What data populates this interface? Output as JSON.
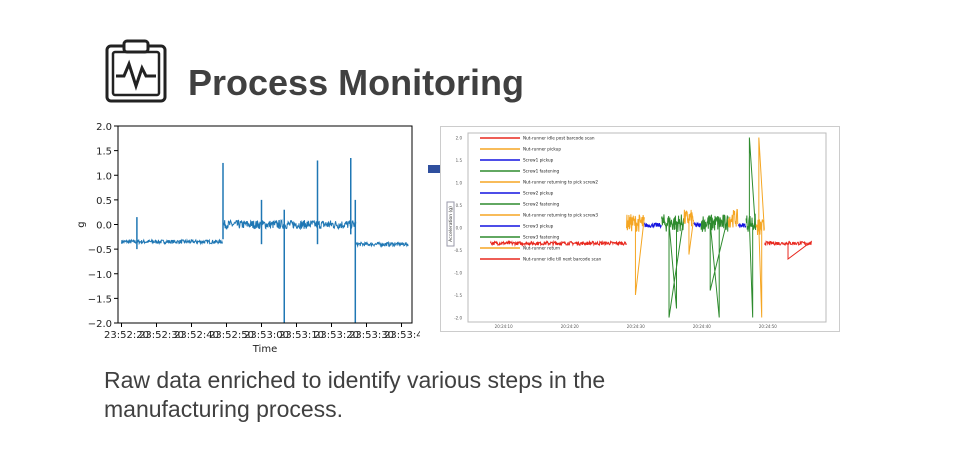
{
  "slide": {
    "title": "Process Monitoring",
    "caption": "Raw data enriched to identify various steps in the manufacturing process."
  },
  "chart_data": [
    {
      "type": "line",
      "title": "",
      "xlabel": "Time",
      "ylabel": "g",
      "ylim": [
        -2,
        2
      ],
      "xlim_seconds": [
        -1,
        83
      ],
      "yticks": [
        "2.0",
        "1.5",
        "1.0",
        "0.5",
        "0.0",
        "−0.5",
        "−1.0",
        "−1.5",
        "−2.0"
      ],
      "xticks": [
        "23:52:20",
        "23:52:30",
        "23:52:40",
        "23:52:50",
        "23:53:00",
        "23:53:10",
        "23:53:20",
        "23:53:30",
        "23:53:40"
      ],
      "color": "#1f77b4",
      "segments": [
        {
          "t": [
            0,
            29
          ],
          "level": -0.35,
          "noise": 0.04
        },
        {
          "t": [
            29,
            67
          ],
          "level": 0.0,
          "noise": 0.09
        },
        {
          "t": [
            67,
            82
          ],
          "level": -0.4,
          "noise": 0.04
        }
      ],
      "spikes": [
        {
          "t": 4.4,
          "min": -0.5,
          "max": 0.15
        },
        {
          "t": 29,
          "min": -0.3,
          "max": 1.25
        },
        {
          "t": 46.5,
          "min": -2.0,
          "max": 0.3
        },
        {
          "t": 56,
          "min": -0.4,
          "max": 1.3
        },
        {
          "t": 65.5,
          "min": -0.2,
          "max": 1.35
        },
        {
          "t": 66.8,
          "min": -2.0,
          "max": 0.5
        },
        {
          "t": 40,
          "min": -0.4,
          "max": 0.5
        }
      ]
    },
    {
      "type": "line",
      "title": "",
      "xlabel": "",
      "ylabel": "Acceleration (g)",
      "ylim": [
        -2.1,
        2.1
      ],
      "xlim_seconds": [
        4.6,
        58.8
      ],
      "yticks": [
        "2.0",
        "1.5",
        "1.0",
        "0.5",
        "0.0",
        "-0.5",
        "-1.0",
        "-1.5",
        "-2.0"
      ],
      "xticks": [
        "20:24:10",
        "20:24:20",
        "20:24:30",
        "20:24:40",
        "20:24:50"
      ],
      "legend_position": "top-left",
      "series": [
        {
          "name": "Nut-runner idle post barcode scan",
          "color": "#e8281e",
          "t": [
            8,
            28.6
          ],
          "level": -0.35,
          "noise": 0.04,
          "spikes": []
        },
        {
          "name": "Nut-runner pickup",
          "color": "#f5a623",
          "t": [
            28.6,
            31.3
          ],
          "level": 0.1,
          "noise": 0.2,
          "spikes": [
            -1.5
          ]
        },
        {
          "name": "Screw1 pickup",
          "color": "#1414e0",
          "t": [
            31.3,
            33.9
          ],
          "level": 0.05,
          "noise": 0.05,
          "spikes": []
        },
        {
          "name": "Screw1 fastening",
          "color": "#2e8b2e",
          "t": [
            33.9,
            37.3
          ],
          "level": 0.1,
          "noise": 0.2,
          "spikes": [
            -2.0,
            -1.8
          ]
        },
        {
          "name": "Nut-runner returning to pick screw2",
          "color": "#f5a623",
          "t": [
            37.3,
            38.8
          ],
          "level": 0.2,
          "noise": 0.2,
          "spikes": [
            -0.6
          ]
        },
        {
          "name": "Screw2 pickup",
          "color": "#1414e0",
          "t": [
            38.8,
            39.9
          ],
          "level": 0.05,
          "noise": 0.05,
          "spikes": []
        },
        {
          "name": "Screw2 fastening",
          "color": "#2e8b2e",
          "t": [
            39.9,
            44
          ],
          "level": 0.1,
          "noise": 0.2,
          "spikes": [
            -1.4,
            -2.0
          ]
        },
        {
          "name": "Nut-runner returning to pick screw3",
          "color": "#f5a623",
          "t": [
            44,
            45.5
          ],
          "level": 0.2,
          "noise": 0.2,
          "spikes": []
        },
        {
          "name": "Screw3 pickup",
          "color": "#1414e0",
          "t": [
            45.5,
            46.7
          ],
          "level": 0.05,
          "noise": 0.05,
          "spikes": []
        },
        {
          "name": "Screw3 fastening",
          "color": "#2e8b2e",
          "t": [
            46.7,
            48.2
          ],
          "level": 0.1,
          "noise": 0.2,
          "spikes": [
            2.0,
            -2.0
          ]
        },
        {
          "name": "Nut-runner return",
          "color": "#f5a623",
          "t": [
            48.2,
            49.5
          ],
          "level": 0.0,
          "noise": 0.2,
          "spikes": [
            2.0,
            -2.0
          ]
        },
        {
          "name": "Nut-runner idle till next barcode scan",
          "color": "#e8281e",
          "t": [
            49.5,
            56.6
          ],
          "level": -0.35,
          "noise": 0.04,
          "spikes": [
            -0.7
          ]
        }
      ]
    }
  ],
  "colors": {
    "text": "#404040",
    "arrow": "#2f4f9e"
  }
}
